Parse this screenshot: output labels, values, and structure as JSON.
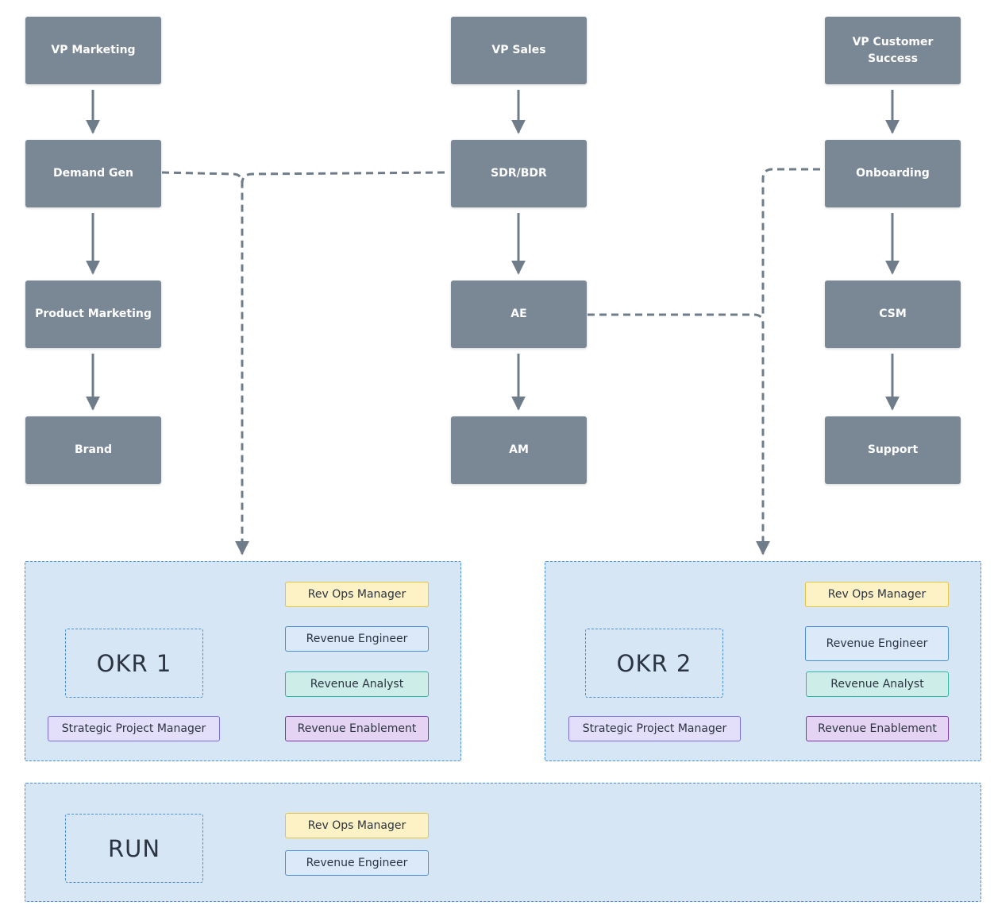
{
  "columns": [
    {
      "nodes": [
        {
          "label": "VP Marketing"
        },
        {
          "label": "Demand Gen"
        },
        {
          "label": "Product Marketing"
        },
        {
          "label": "Brand"
        }
      ]
    },
    {
      "nodes": [
        {
          "label": "VP Sales"
        },
        {
          "label": "SDR/BDR"
        },
        {
          "label": "AE"
        },
        {
          "label": "AM"
        }
      ]
    },
    {
      "nodes": [
        {
          "label": "VP Customer Success"
        },
        {
          "label": "Onboarding"
        },
        {
          "label": "CSM"
        },
        {
          "label": "Support"
        }
      ]
    }
  ],
  "groups": {
    "okr1": {
      "label": "OKR 1",
      "roles": {
        "rev_ops_manager": "Rev Ops Manager",
        "revenue_engineer": "Revenue Engineer",
        "revenue_analyst": "Revenue Analyst",
        "revenue_enablement": "Revenue Enablement",
        "strategic_project_manager": "Strategic Project Manager"
      }
    },
    "okr2": {
      "label": "OKR 2",
      "roles": {
        "rev_ops_manager": "Rev Ops Manager",
        "revenue_engineer": "Revenue Engineer",
        "revenue_analyst": "Revenue Analyst",
        "revenue_enablement": "Revenue Enablement",
        "strategic_project_manager": "Strategic Project Manager"
      }
    },
    "run": {
      "label": "RUN",
      "roles": {
        "rev_ops_manager": "Rev Ops Manager",
        "revenue_engineer": "Revenue Engineer"
      }
    }
  },
  "colors": {
    "node_fill": "#7a8794",
    "connector": "#6f7c89",
    "group_fill": "#d6e6f5",
    "group_border": "#4a90d9",
    "manager": "#fdf2c6",
    "engineer": "#dbe9f8",
    "analyst": "#cdeee8",
    "enablement": "#e4d3f3",
    "strategic": "#e3defa"
  }
}
